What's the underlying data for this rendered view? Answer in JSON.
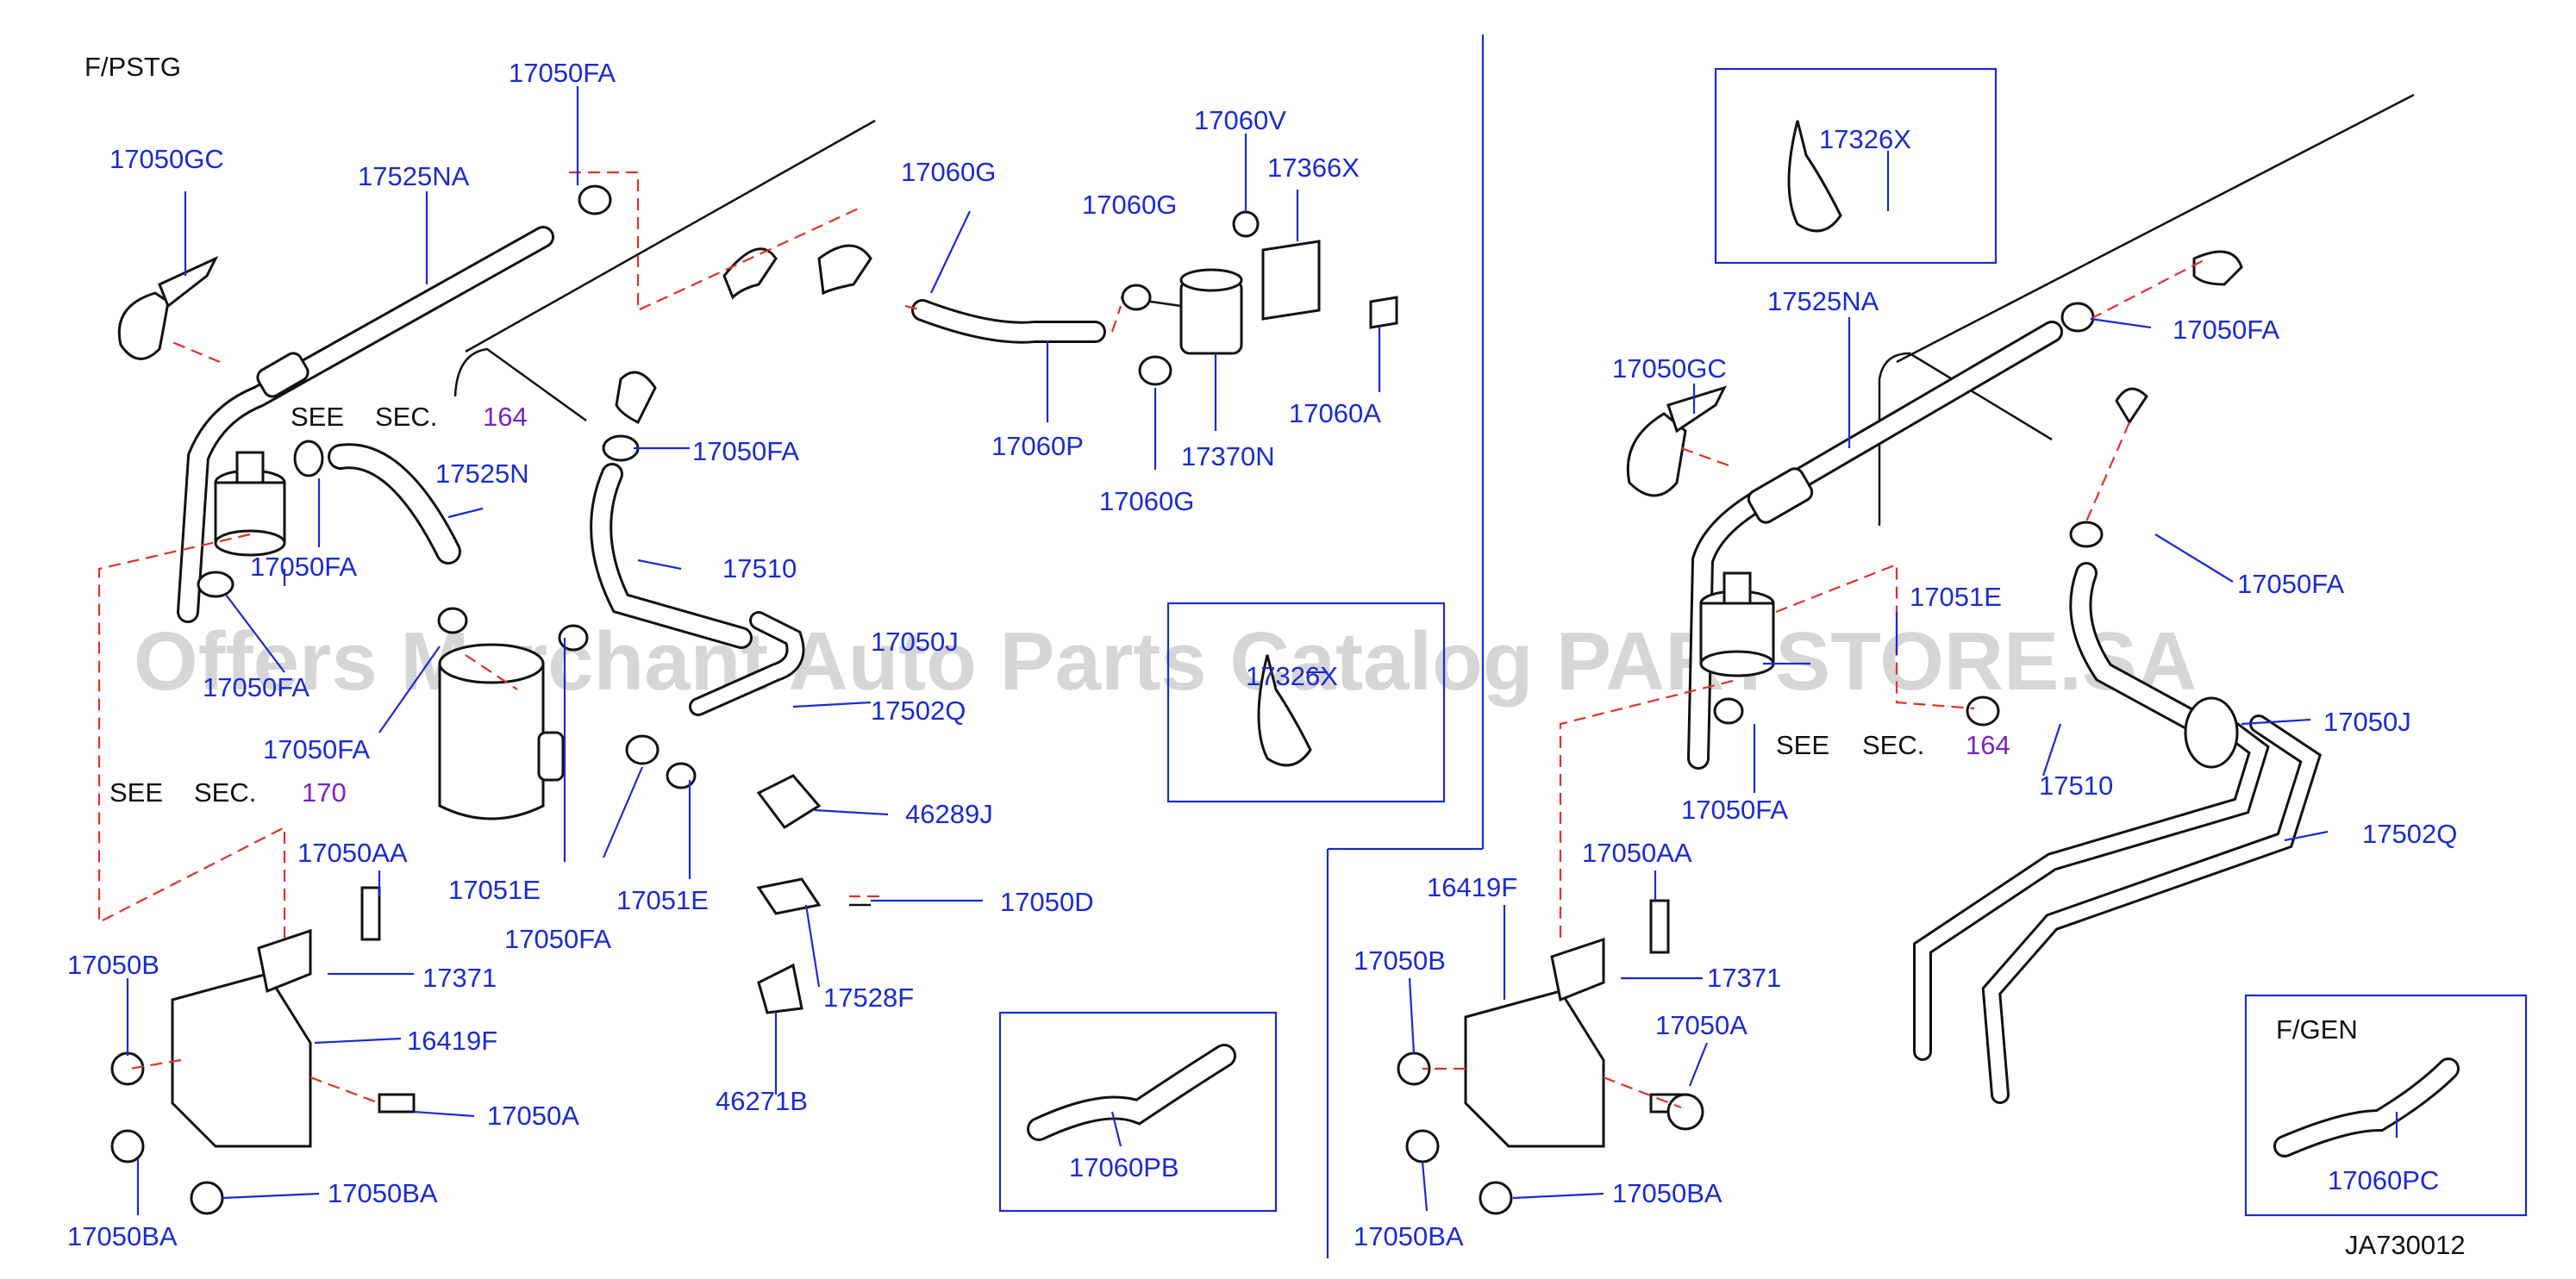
{
  "variants": {
    "left": "F/PSTG",
    "right_box": "F/GEN"
  },
  "see_sec": {
    "see": "SEE",
    "sec": "SEC.",
    "n164": "164",
    "n170": "170"
  },
  "diagram_id": "JA730012",
  "watermark": "Offers Merchant Auto Parts Catalog PARTSTORE.SA",
  "labels": {
    "p17050GC": "17050GC",
    "p17525NA": "17525NA",
    "p17050FA": "17050FA",
    "p17060G": "17060G",
    "p17060V": "17060V",
    "p17366X": "17366X",
    "p17060P": "17060P",
    "p17370N": "17370N",
    "p17060A": "17060A",
    "p17525N": "17525N",
    "p17510": "17510",
    "p17050J": "17050J",
    "p17502Q": "17502Q",
    "p17326X": "17326X",
    "p46289J": "46289J",
    "p17051E": "17051E",
    "p17050AA": "17050AA",
    "p17050D": "17050D",
    "p17050B": "17050B",
    "p17371": "17371",
    "p17528F": "17528F",
    "p16419F": "16419F",
    "p17050A": "17050A",
    "p46271B": "46271B",
    "p17050BA": "17050BA",
    "p17060PB": "17060PB",
    "p17060PC": "17060PC"
  }
}
